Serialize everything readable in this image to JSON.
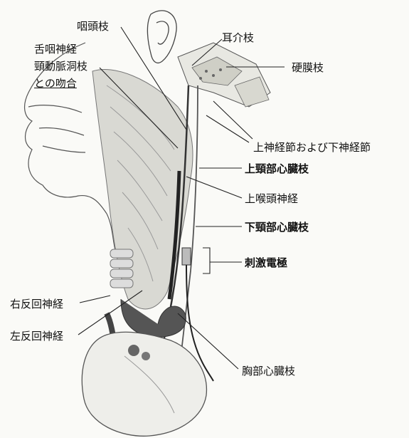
{
  "labels": {
    "pharyngeal_branch": "咽頭枝",
    "glosso_anastomosis_1": "舌咽神経",
    "glosso_anastomosis_2": "頸動脈洞枝",
    "glosso_anastomosis_3": "との吻合",
    "auricular_branch": "耳介枝",
    "meningeal_branch": "硬膜枝",
    "superior_inferior_ganglion": "上神経節および下神経節",
    "superior_cervical_cardiac": "上頸部心臓枝",
    "superior_laryngeal_nerve": "上喉頭神経",
    "inferior_cervical_cardiac": "下頸部心臓枝",
    "stimulation_electrode": "刺激電極",
    "right_recurrent_laryngeal": "右反回神経",
    "left_recurrent_laryngeal": "左反回神経",
    "thoracic_cardiac_branch": "胸部心臓枝"
  }
}
